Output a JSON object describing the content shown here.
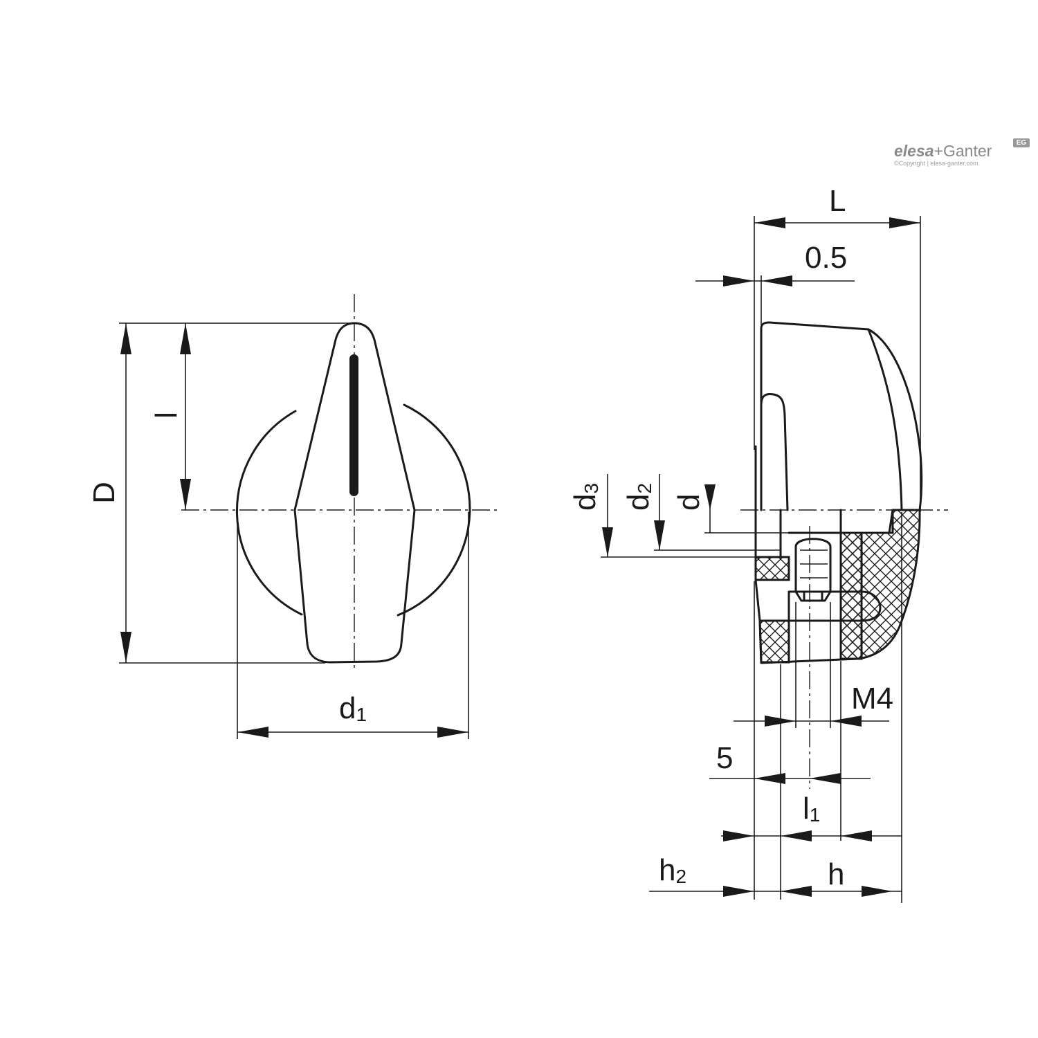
{
  "logo": {
    "brand_bold": "elesa",
    "brand_rest": "+Ganter",
    "copyright": "©Copyright | elesa-ganter.com",
    "badge": "EG"
  },
  "dimensions": {
    "front": {
      "D": "D",
      "l": "l",
      "d1_main": "d",
      "d1_sub": "1"
    },
    "side": {
      "L": "L",
      "gap": "0.5",
      "d3_main": "d",
      "d3_sub": "3",
      "d2_main": "d",
      "d2_sub": "2",
      "d": "d",
      "thread": "M4",
      "five": "5",
      "l1_main": "l",
      "l1_sub": "1",
      "h2_main": "h",
      "h2_sub": "2",
      "h": "h"
    }
  },
  "colors": {
    "line": "#1a1a1a",
    "logo": "#8a8a8a"
  }
}
